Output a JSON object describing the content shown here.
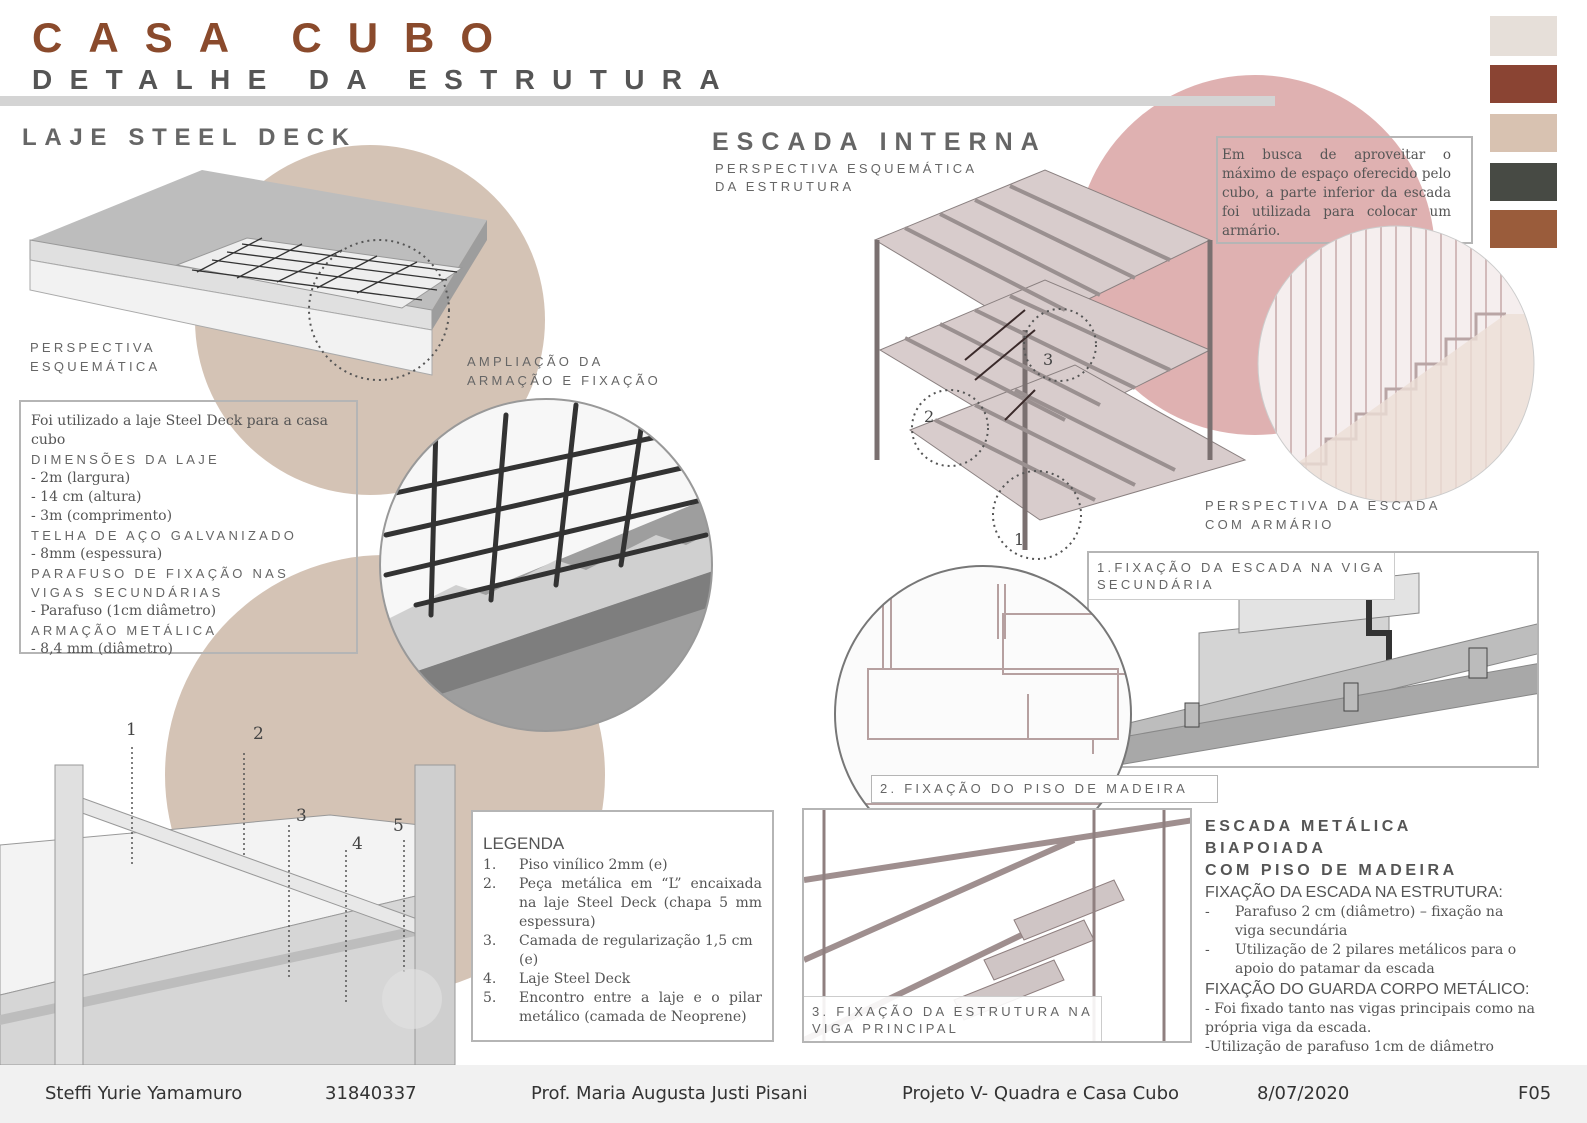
{
  "header": {
    "title": "CASA CUBO",
    "subtitle": "DETALHE DA ESTRUTURA"
  },
  "palette": {
    "colors": [
      "#e6dfd9",
      "#8a4433",
      "#d8c2b1",
      "#474a44",
      "#9a5c3b"
    ]
  },
  "laje": {
    "heading": "LAJE STEEL DECK",
    "perspective_label": [
      "PERSPECTIVA",
      "ESQUEMÁTICA"
    ],
    "ampliacao_label": [
      "AMPLIAÇÃO DA",
      "ARMAÇÃO E FIXAÇÃO"
    ],
    "info": {
      "intro": "Foi utilizado a laje Steel Deck para a casa cubo",
      "dims_title": "DIMENSÕES DA LAJE",
      "dims": [
        "- 2m (largura)",
        "- 14 cm (altura)",
        "- 3m (comprimento)"
      ],
      "telha_title": "TELHA DE AÇO GALVANIZADO",
      "telha": [
        "- 8mm (espessura)"
      ],
      "parafuso_title": "PARAFUSO DE FIXAÇÃO NAS VIGAS SECUNDÁRIAS",
      "parafuso": [
        "- Parafuso (1cm diâmetro)"
      ],
      "armacao_title": "ARMAÇÃO METÁLICA",
      "armacao": [
        "- 8,4 mm (diâmetro)"
      ]
    },
    "detail_numbers": [
      "1",
      "2",
      "3",
      "4",
      "5"
    ]
  },
  "legenda": {
    "title": "LEGENDA",
    "items": [
      {
        "n": "1.",
        "text": "Piso vinílico 2mm (e)"
      },
      {
        "n": "2.",
        "text": "Peça metálica em “L” encaixada na laje Steel Deck (chapa 5 mm espessura)"
      },
      {
        "n": "3.",
        "text": "Camada de regularização 1,5 cm (e)"
      },
      {
        "n": "4.",
        "text": "Laje Steel Deck"
      },
      {
        "n": "5.",
        "text": "Encontro entre a laje e o pilar metálico (camada de Neoprene)"
      }
    ]
  },
  "escada": {
    "heading": "ESCADA INTERNA",
    "sub": [
      "PERSPECTIVA ESQUEMÁTICA",
      "DA ESTRUTURA"
    ],
    "note": "Em busca de aproveitar o máximo de espaço oferecido pelo cubo, a parte inferior da escada foi utilizada para colocar um armário.",
    "perspective_label": [
      "PERSPECTIVA DA ESCADA",
      "COM ARMÁRIO"
    ],
    "markers": [
      "1",
      "2",
      "3"
    ],
    "fix1": [
      "1.FIXAÇÃO DA ESCADA NA VIGA",
      "SECUNDÁRIA"
    ],
    "fix2": "2. FIXAÇÃO DO PISO DE MADEIRA",
    "fix3": [
      "3. FIXAÇÃO DA ESTRUTURA NA",
      "VIGA PRINCIPAL"
    ],
    "desc": {
      "title": [
        "ESCADA METÁLICA BIAPOIADA",
        "COM PISO DE MADEIRA"
      ],
      "fix_title": "FIXAÇÃO DA ESCADA NA ESTRUTURA:",
      "fix_items": [
        "Parafuso 2 cm (diâmetro) – fixação na viga secundária",
        "Utilização de 2 pilares metálicos para o apoio do patamar da escada"
      ],
      "guard_title": "FIXAÇÃO DO GUARDA CORPO METÁLICO:",
      "guard_items": [
        "- Foi fixado tanto nas vigas principais como na própria viga da escada.",
        "-Utilização de parafuso 1cm de diâmetro"
      ]
    }
  },
  "footer": {
    "author": "Steffi Yurie Yamamuro",
    "ra": "31840337",
    "prof": "Prof. Maria Augusta Justi Pisani",
    "project": "Projeto V- Quadra e Casa Cubo",
    "date": "8/07/2020",
    "sheet": "F05"
  }
}
